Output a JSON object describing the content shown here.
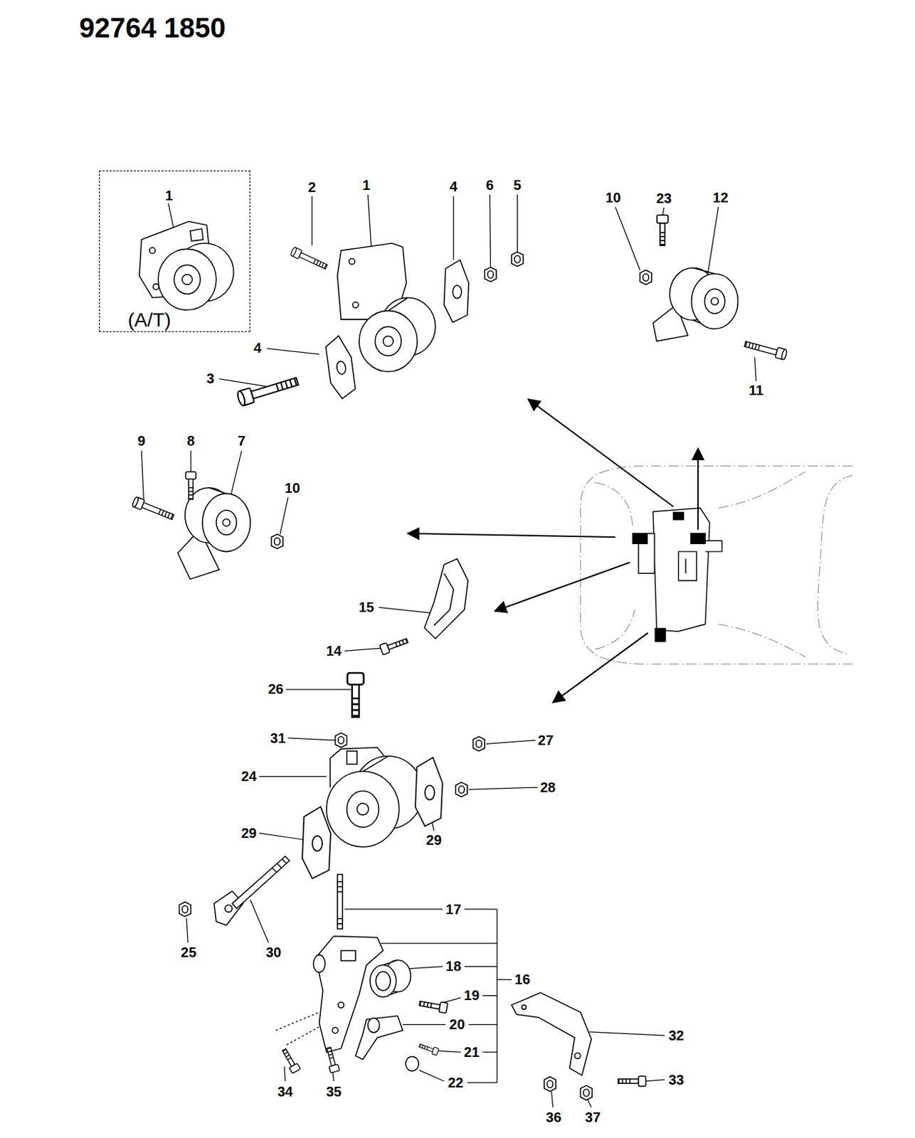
{
  "diagram": {
    "nodes": [
      {
        "text": [
          "1",
          "(A/T)"
        ]
      }
    ],
    "labels": [
      "92764 1850",
      "2",
      "1",
      "4",
      "6",
      "5",
      "10",
      "23",
      "12",
      "4",
      "3",
      "11",
      "9",
      "8",
      "7",
      "10",
      "15",
      "14",
      "26",
      "31",
      "27",
      "24",
      "28",
      "29",
      "29",
      "17",
      "25",
      "30",
      "18",
      "16",
      "19",
      "20",
      "32",
      "21",
      "33",
      "22",
      "34",
      "35",
      "36",
      "37"
    ]
  }
}
